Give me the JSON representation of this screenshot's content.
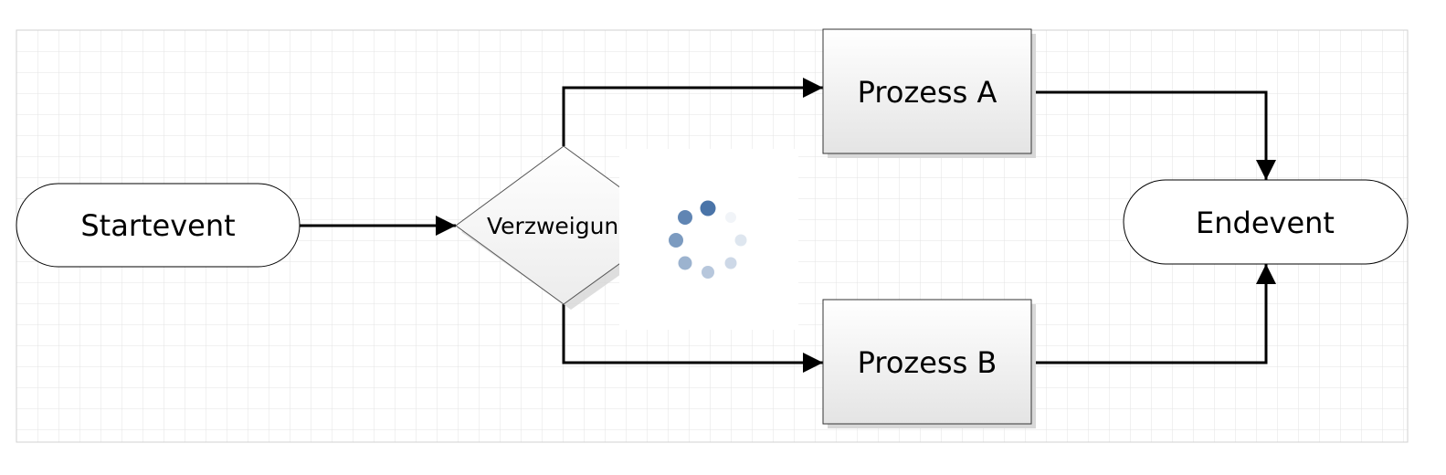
{
  "diagram": {
    "nodes": {
      "start": {
        "label": "Startevent"
      },
      "decision": {
        "label": "Verzweigung"
      },
      "process_a": {
        "label": "Prozess A"
      },
      "process_b": {
        "label": "Prozess B"
      },
      "end": {
        "label": "Endevent"
      }
    },
    "edges": [
      {
        "from": "Startevent",
        "to": "Verzweigung"
      },
      {
        "from": "Verzweigung",
        "to": "Prozess A"
      },
      {
        "from": "Verzweigung",
        "to": "Prozess B"
      },
      {
        "from": "Prozess A",
        "to": "Endevent"
      },
      {
        "from": "Prozess B",
        "to": "Endevent"
      }
    ]
  },
  "loading_overlay": {
    "visible": true,
    "spinner_color": "#4a74a8"
  },
  "colors": {
    "grid_minor": "#e3e3e3",
    "grid_major": "#cfcfcf",
    "stroke": "#000000",
    "process_fill_top": "#ffffff",
    "process_fill_bottom": "#e6e6e6"
  }
}
